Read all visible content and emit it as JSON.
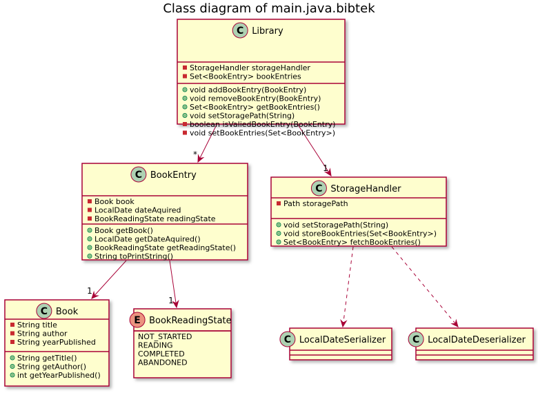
{
  "title": "Class diagram of main.java.bibtek",
  "colors": {
    "box_fill": "#FEFECE",
    "border": "#A80036",
    "class_badge": "#ADD1B2",
    "enum_badge": "#EB937F",
    "private_marker": "#C82930",
    "public_marker": "#84BE84"
  },
  "classes": {
    "library": {
      "badge": "C",
      "name": "Library",
      "fields": [
        {
          "vis": "private",
          "text": "StorageHandler storageHandler"
        },
        {
          "vis": "private",
          "text": "Set<BookEntry> bookEntries"
        }
      ],
      "methods": [
        {
          "vis": "public",
          "text": "void addBookEntry(BookEntry)"
        },
        {
          "vis": "public",
          "text": "void removeBookEntry(BookEntry)"
        },
        {
          "vis": "public",
          "text": "Set<BookEntry> getBookEntries()"
        },
        {
          "vis": "public",
          "text": "void setStoragePath(String)"
        },
        {
          "vis": "private",
          "text": "boolean isValiedBookEntry(BookEntry)"
        },
        {
          "vis": "private",
          "text": "void setBookEntries(Set<BookEntry>)"
        }
      ]
    },
    "bookentry": {
      "badge": "C",
      "name": "BookEntry",
      "fields": [
        {
          "vis": "private",
          "text": "Book book"
        },
        {
          "vis": "private",
          "text": "LocalDate dateAquired"
        },
        {
          "vis": "private",
          "text": "BookReadingState readingState"
        }
      ],
      "methods": [
        {
          "vis": "public",
          "text": "Book getBook()"
        },
        {
          "vis": "public",
          "text": "LocalDate getDateAquired()"
        },
        {
          "vis": "public",
          "text": "BookReadingState getReadingState()"
        },
        {
          "vis": "public",
          "text": "String toPrintString()"
        }
      ]
    },
    "storagehandler": {
      "badge": "C",
      "name": "StorageHandler",
      "fields": [
        {
          "vis": "private",
          "text": "Path storagePath"
        }
      ],
      "methods": [
        {
          "vis": "public",
          "text": "void setStoragePath(String)"
        },
        {
          "vis": "public",
          "text": "void storeBookEntries(Set<BookEntry>)"
        },
        {
          "vis": "public",
          "text": "Set<BookEntry> fetchBookEntries()"
        }
      ]
    },
    "book": {
      "badge": "C",
      "name": "Book",
      "fields": [
        {
          "vis": "private",
          "text": "String title"
        },
        {
          "vis": "private",
          "text": "String author"
        },
        {
          "vis": "private",
          "text": "String yearPublished"
        }
      ],
      "methods": [
        {
          "vis": "public",
          "text": "String getTitle()"
        },
        {
          "vis": "public",
          "text": "String getAuthor()"
        },
        {
          "vis": "public",
          "text": "int getYearPublished()"
        }
      ]
    },
    "bookreadingstate": {
      "badge": "E",
      "name": "BookReadingState",
      "values": [
        "NOT_STARTED",
        "READING",
        "COMPLETED",
        "ABANDONED"
      ]
    },
    "localdateserializer": {
      "badge": "C",
      "name": "LocalDateSerializer",
      "fields": [],
      "methods": []
    },
    "localdatedeserializer": {
      "badge": "C",
      "name": "LocalDateDeserializer",
      "fields": [],
      "methods": []
    }
  },
  "relations": [
    {
      "from": "library",
      "to": "bookentry",
      "style": "solid",
      "multiplicity": "*"
    },
    {
      "from": "library",
      "to": "storagehandler",
      "style": "solid",
      "multiplicity": "1"
    },
    {
      "from": "bookentry",
      "to": "book",
      "style": "solid",
      "multiplicity": "1"
    },
    {
      "from": "bookentry",
      "to": "bookreadingstate",
      "style": "solid",
      "multiplicity": "1"
    },
    {
      "from": "storagehandler",
      "to": "localdateserializer",
      "style": "dashed",
      "multiplicity": ""
    },
    {
      "from": "storagehandler",
      "to": "localdatedeserializer",
      "style": "dashed",
      "multiplicity": ""
    }
  ]
}
